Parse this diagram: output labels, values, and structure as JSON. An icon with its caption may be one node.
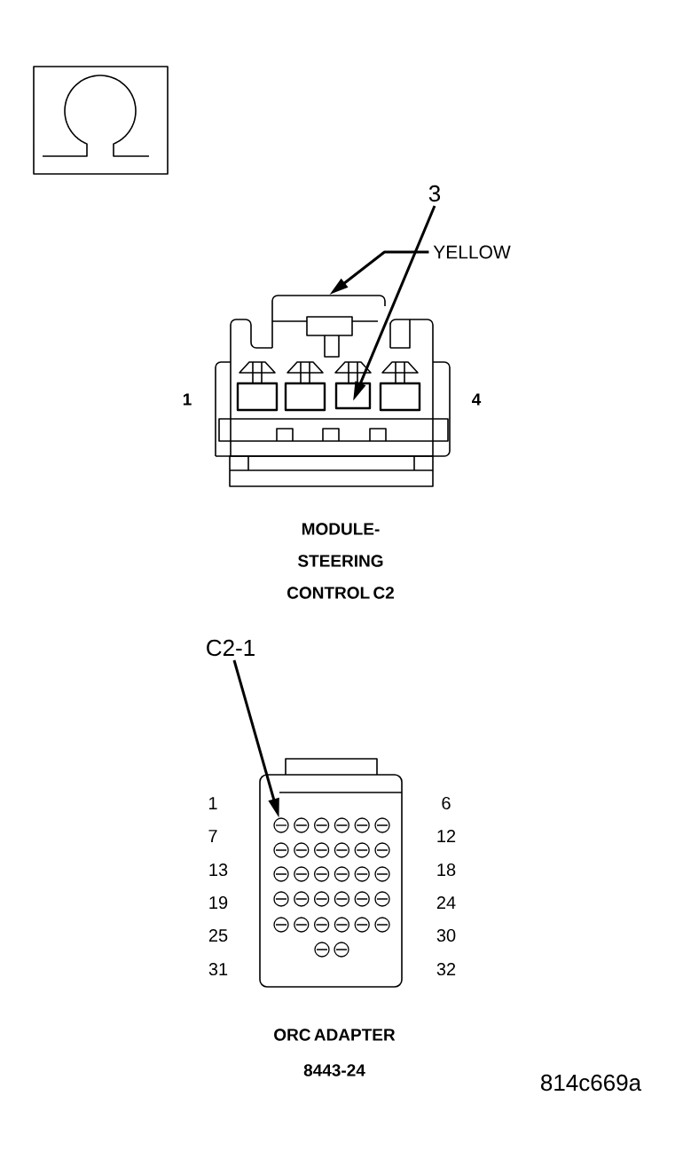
{
  "diagram": {
    "nodes": [
      {
        "text": [
          "3"
        ]
      },
      {
        "text": [
          "YELLOW"
        ]
      },
      {
        "text": [],
        "shape": "picture",
        "beside": [
          "MODULE- STEERING CONTROL C2"
        ]
      },
      {
        "text": [],
        "shape": "box",
        "in": 2
      },
      {
        "text": [
          "C2-1"
        ]
      },
      {
        "text": [],
        "shape": "picture",
        "beside": [
          "ORC ADAPTER",
          "8443-24"
        ]
      },
      {
        "text": [],
        "shape": "circle",
        "in": 5
      }
    ],
    "edges": [
      {
        "from": 0,
        "to": 3,
        "arrow": "to"
      },
      {
        "from": 1,
        "to": 2,
        "arrow": "to"
      },
      {
        "from": 4,
        "to": 6,
        "arrow": "to"
      }
    ],
    "labels": [
      "1",
      "4",
      "1",
      "6",
      "7",
      "12",
      "13",
      "18",
      "19",
      "24",
      "25",
      "30",
      "31",
      "32",
      "814c669a"
    ]
  }
}
